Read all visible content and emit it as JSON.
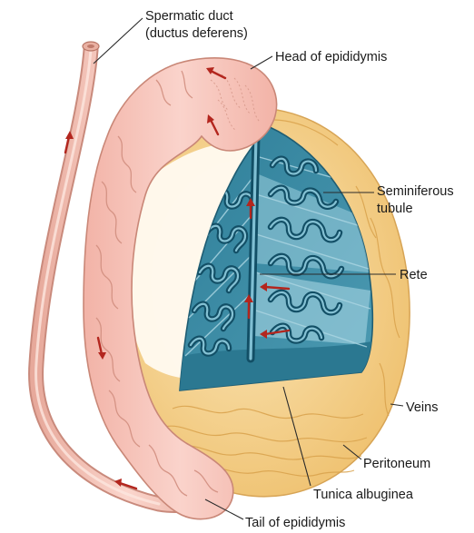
{
  "labels": {
    "spermatic_duct_line1": "Spermatic duct",
    "spermatic_duct_line2": "(ductus deferens)",
    "head_of_epididymis": "Head of epididymis",
    "seminiferous_line1": "Seminiferous",
    "seminiferous_line2": "tubule",
    "rete": "Rete",
    "veins": "Veins",
    "peritoneum": "Peritoneum",
    "tunica_albuginea": "Tunica albuginea",
    "tail_of_epididymis": "Tail of epididymis"
  },
  "colors": {
    "tunica_fill": "#f3d08c",
    "tunica_edge": "#dba94f",
    "epididymis_fill": "#f7c6bd",
    "epididymis_edge": "#d49283",
    "testis_blue": "#3f8ea6",
    "testis_light": "#9ed0df",
    "tubule_stroke": "#1d5f79",
    "arrow_red": "#b3261e"
  }
}
